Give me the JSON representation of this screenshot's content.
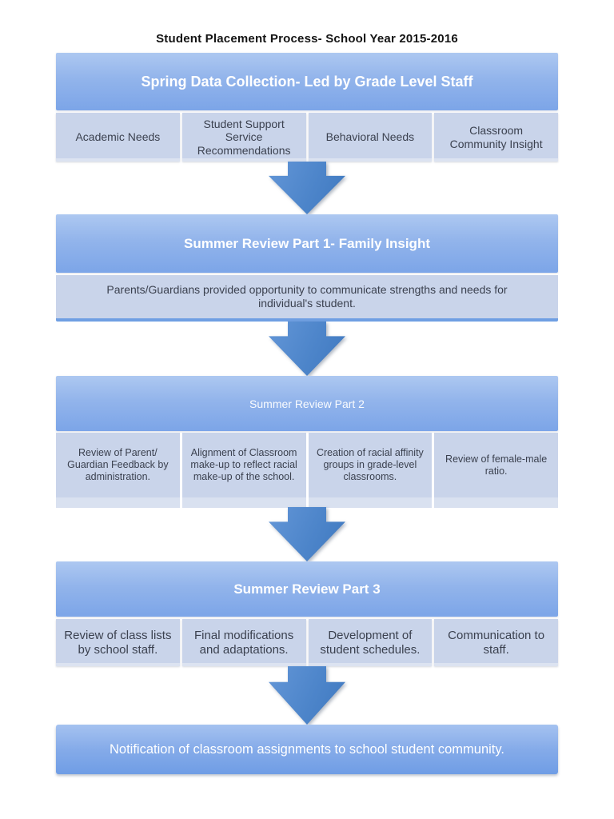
{
  "title": "Student Placement Process- School Year 2015-2016",
  "colors": {
    "header_blue_top": "#adc8f1",
    "header_blue_bottom": "#7ca5e8",
    "cell_light_blue": "#c9d4ea",
    "cell_footer_blue": "#d9e1f0",
    "arrow_blue": "#4d85ca",
    "body_text": "#3b414f",
    "header_text": "#ffffff",
    "page_background": "#ffffff"
  },
  "icons": {
    "down_arrow": "block-arrow-down"
  },
  "sections": [
    {
      "header": "Spring Data Collection- Led by Grade Level Staff",
      "cells": [
        "Academic Needs",
        "Student Support Service Recommendations",
        "Behavioral Needs",
        "Classroom Community Insight"
      ]
    },
    {
      "header": "Summer Review Part 1- Family Insight",
      "body": "Parents/Guardians provided opportunity to communicate strengths and needs for individual's student."
    },
    {
      "header": "Summer Review Part 2",
      "cells": [
        "Review of Parent/ Guardian Feedback by administration.",
        "Alignment of Classroom make-up to reflect racial make-up of the school.",
        "Creation of racial affinity groups in grade-level classrooms.",
        "Review of female-male ratio."
      ]
    },
    {
      "header": "Summer Review Part 3",
      "cells": [
        "Review of class lists by school staff.",
        "Final modifications and adaptations.",
        "Development of student schedules.",
        "Communication to staff."
      ]
    },
    {
      "header": "Notification of classroom assignments to school student community."
    }
  ]
}
